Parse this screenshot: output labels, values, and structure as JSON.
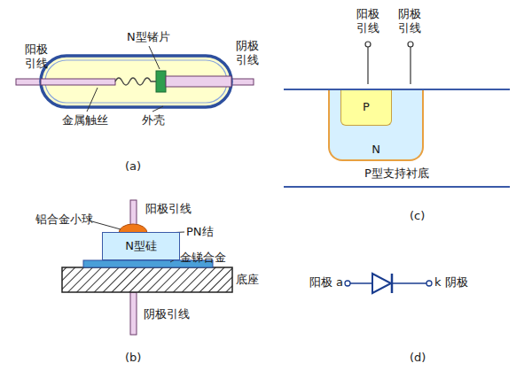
{
  "diagram": {
    "nodes": [
      {
        "text": [
          "P型支持衬底"
        ]
      },
      {
        "text": [
          "N"
        ],
        "in": 0
      },
      {
        "text": [
          "P"
        ],
        "in": 1
      },
      {
        "text": [
          "N型硅"
        ]
      }
    ],
    "labels": [
      "阳极 引线",
      "N型锗片",
      "阴极 引线",
      "金属触丝",
      "外壳",
      "(a)",
      "阳极 引线",
      "阴极 引线",
      "(c)",
      "阳极引线",
      "铝合金小球",
      "PN结",
      "金锑合金",
      "底座",
      "阴极引线",
      "(b)",
      "阳极 a",
      "k 阴极",
      "(d)"
    ]
  }
}
